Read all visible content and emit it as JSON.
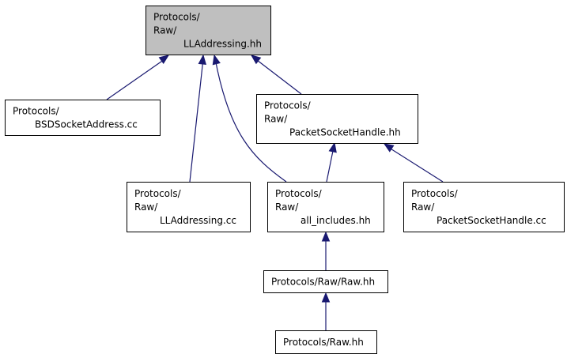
{
  "nodes": [
    {
      "id": "ll_hh",
      "lines": [
        "Protocols/",
        "Raw/",
        "LLAddressing.hh"
      ],
      "highlight": true
    },
    {
      "id": "bsd_cc",
      "lines": [
        "Protocols/",
        "BSDSocketAddress.cc"
      ]
    },
    {
      "id": "psh_hh",
      "lines": [
        "Protocols/",
        "Raw/",
        "PacketSocketHandle.hh"
      ]
    },
    {
      "id": "ll_cc",
      "lines": [
        "Protocols/",
        "Raw/",
        "LLAddressing.cc"
      ]
    },
    {
      "id": "all_hh",
      "lines": [
        "Protocols/",
        "Raw/",
        "all_includes.hh"
      ]
    },
    {
      "id": "psh_cc",
      "lines": [
        "Protocols/",
        "Raw/",
        "PacketSocketHandle.cc"
      ]
    },
    {
      "id": "rawraw",
      "lines": [
        "Protocols/Raw/Raw.hh"
      ]
    },
    {
      "id": "raw_hh",
      "lines": [
        "Protocols/Raw.hh"
      ]
    }
  ],
  "edges": [
    {
      "from": "bsd_cc",
      "to": "ll_hh"
    },
    {
      "from": "ll_cc",
      "to": "ll_hh"
    },
    {
      "from": "all_hh",
      "to": "ll_hh"
    },
    {
      "from": "psh_hh",
      "to": "ll_hh"
    },
    {
      "from": "all_hh",
      "to": "psh_hh"
    },
    {
      "from": "psh_cc",
      "to": "psh_hh"
    },
    {
      "from": "rawraw",
      "to": "all_hh"
    },
    {
      "from": "raw_hh",
      "to": "rawraw"
    }
  ],
  "colors": {
    "edge": "#191970",
    "highlight_fill": "#bfbfbf",
    "box_fill": "#ffffff",
    "border": "#000000"
  }
}
